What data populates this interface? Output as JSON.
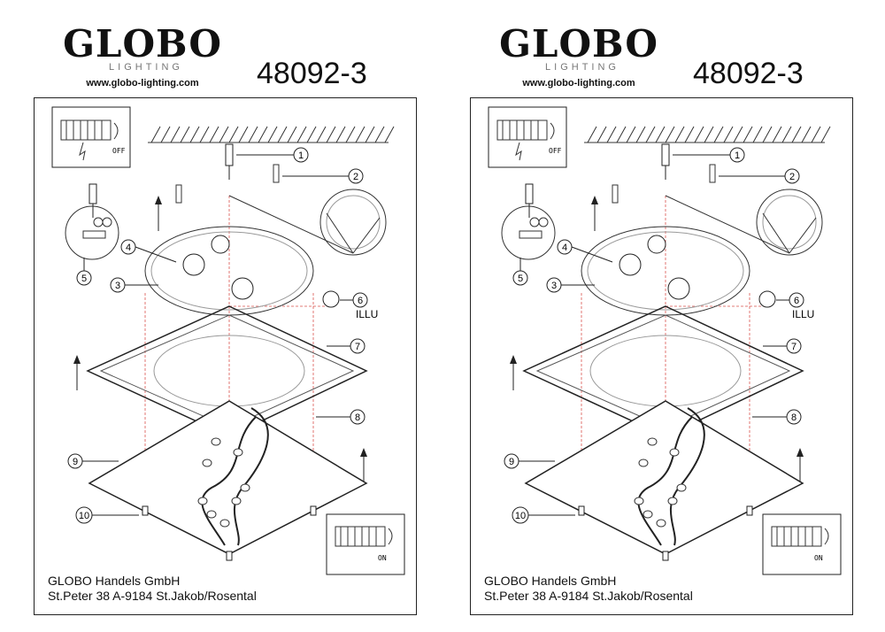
{
  "sheets": [
    {
      "brand": "GLOBO",
      "brand_sub": "LIGHTING",
      "website": "www.globo-lighting.com",
      "model_number": "48092-3",
      "callouts": [
        "1",
        "2",
        "3",
        "4",
        "5",
        "6",
        "7",
        "8",
        "9",
        "10"
      ],
      "illu_label": "ILLU",
      "power_off_label": "OFF",
      "power_on_label": "ON",
      "company_name": "GLOBO Handels GmbH",
      "company_address": "St.Peter 38 A-9184 St.Jakob/Rosental"
    },
    {
      "brand": "GLOBO",
      "brand_sub": "LIGHTING",
      "website": "www.globo-lighting.com",
      "model_number": "48092-3",
      "callouts": [
        "1",
        "2",
        "3",
        "4",
        "5",
        "6",
        "7",
        "8",
        "9",
        "10"
      ],
      "illu_label": "ILLU",
      "power_off_label": "OFF",
      "power_on_label": "ON",
      "company_name": "GLOBO Handels GmbH",
      "company_address": "St.Peter 38 A-9184 St.Jakob/Rosental"
    }
  ],
  "colors": {
    "ink": "#111111",
    "guide": "#d9534f",
    "logo_sub": "#777777"
  }
}
